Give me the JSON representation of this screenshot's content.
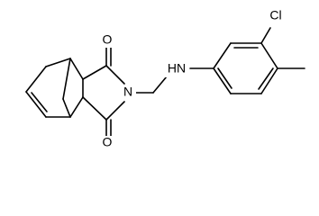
{
  "molecule": {
    "atoms": {
      "cl": "Cl",
      "nh": "HN",
      "n": "N",
      "o_top": "O",
      "o_bottom": "O"
    },
    "colors": {
      "bond": "#000000",
      "text": "#000000",
      "background": "#ffffff"
    }
  }
}
